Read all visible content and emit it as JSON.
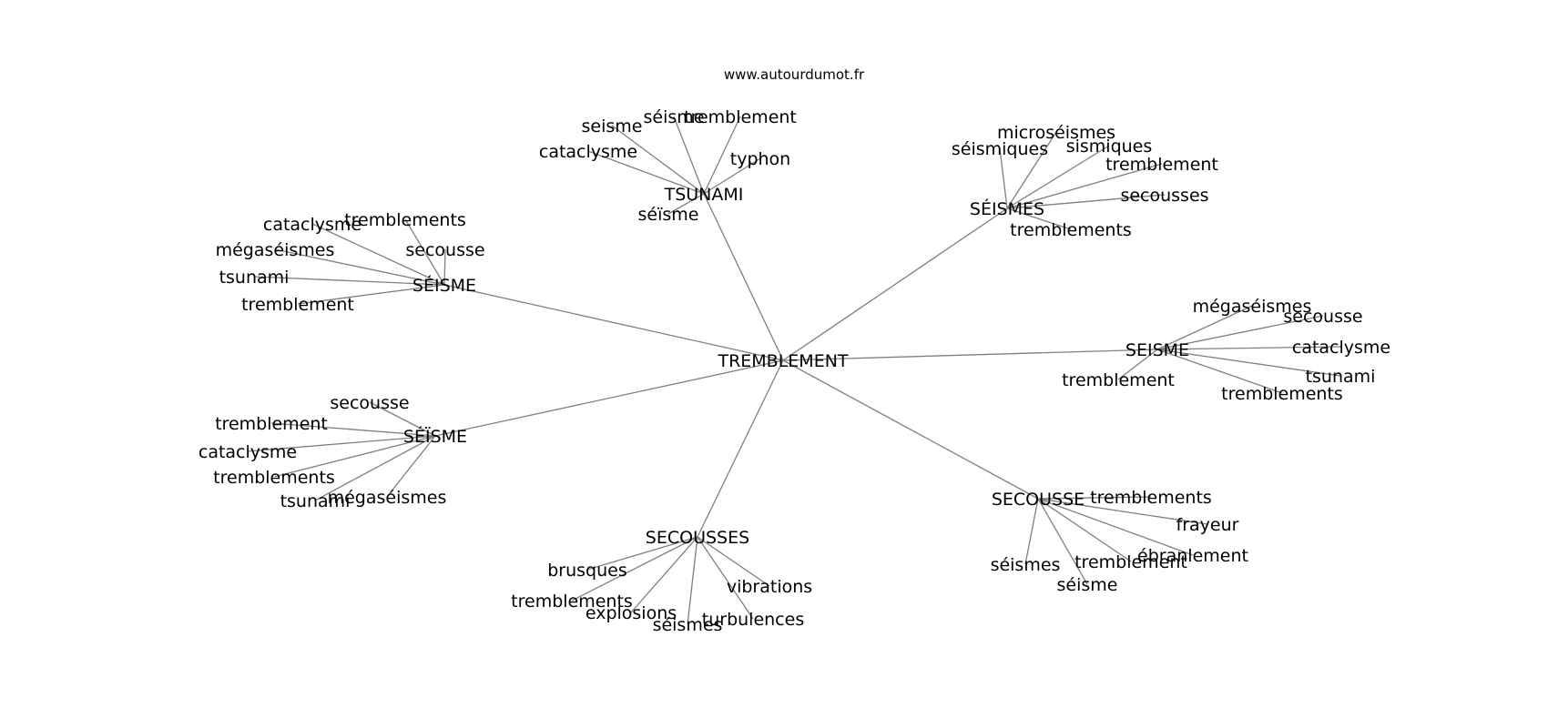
{
  "site": "www.autourdumot.fr",
  "colors": {
    "edge": "#7f7f7f",
    "text": "#000000",
    "background": "#ffffff"
  },
  "center": "TREMBLEMENT",
  "hubs": [
    {
      "id": "tsunami",
      "label": "TSUNAMI",
      "leaves": [
        "seisme",
        "séisme",
        "tremblement",
        "cataclysme",
        "typhon",
        "séïsme"
      ]
    },
    {
      "id": "seismes-accent",
      "label": "SÉISMES",
      "leaves": [
        "microséismes",
        "séismiques",
        "sismiques",
        "tremblement",
        "secousses",
        "tremblements"
      ]
    },
    {
      "id": "seisme-accent",
      "label": "SÉISME",
      "leaves": [
        "tremblements",
        "cataclysme",
        "mégaséismes",
        "secousse",
        "tsunami",
        "tremblement"
      ]
    },
    {
      "id": "seisme-plain",
      "label": "SEISME",
      "leaves": [
        "mégaséismes",
        "secousse",
        "cataclysme",
        "tsunami",
        "tremblement",
        "tremblements"
      ]
    },
    {
      "id": "seisme-trema",
      "label": "SÉÏSME",
      "leaves": [
        "secousse",
        "tremblement",
        "cataclysme",
        "tremblements",
        "tsunami",
        "mégaséismes"
      ]
    },
    {
      "id": "secousses",
      "label": "SECOUSSES",
      "leaves": [
        "brusques",
        "tremblements",
        "explosions",
        "séismes",
        "vibrations",
        "turbulences"
      ]
    },
    {
      "id": "secousse",
      "label": "SECOUSSE",
      "leaves": [
        "tremblements",
        "frayeur",
        "ébranlement",
        "séismes",
        "tremblement",
        "séisme"
      ]
    }
  ]
}
